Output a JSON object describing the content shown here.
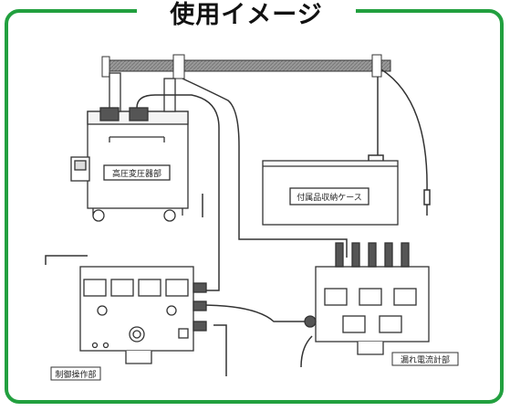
{
  "title": "使用イメージ",
  "labels": {
    "transformer": "高圧変圧器部",
    "accessory_case": "付属品収納ケース",
    "control_panel": "制御操作部",
    "leakage_meter": "漏れ電流計部"
  },
  "colors": {
    "frame": "#22a03f",
    "line": "#333333",
    "bar": "#8a8a8a"
  }
}
